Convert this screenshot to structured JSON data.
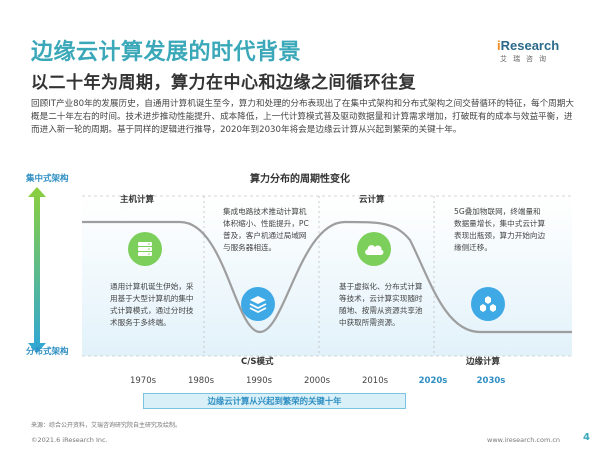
{
  "header": {
    "title": "边缘云计算发展的时代背景",
    "subtitle": "以二十年为周期，算力在中心和边缘之间循环往复"
  },
  "logo": {
    "brand_prefix": "i",
    "brand_rest": "Research",
    "cn": "艾瑞咨询"
  },
  "intro": "回顾IT产业80年的发展历史，自通用计算机诞生至今，算力和处理的分布表现出了在集中式架构和分布式架构之间交替循环的特征，每个周期大概是二十年左右的时间。技术进步推动性能提升、成本降低，上一代计算模式普及驱动数据量和计算需求增加，打破既有的成本与效益平衡，进而进入新一轮的周期。基于同样的逻辑进行推导，2020年到2030年将会是边缘云计算从兴起到繁荣的关键十年。",
  "chart": {
    "title": "算力分布的周期性变化",
    "axis_top": "集中式架构",
    "axis_bottom": "分布式架构",
    "eras": {
      "mainframe": "主机计算",
      "cs": "C/S模式",
      "cloud": "云计算",
      "edge": "边缘计算"
    },
    "boxes": {
      "mainframe": "通用计算机诞生伊始，采用基于大型计算机的集中式计算模式，通过分时技术服务于多终端。",
      "cs": "集成电路技术推动计算机体积缩小、性能提升，PC普及，客户机通过局域网与服务器相连。",
      "cloud": "基于虚拟化、分布式计算等技术，云计算实现随时随地、按需从资源共享池中获取所需资源。",
      "edge": "5G叠加物联网，终端量和数据量增长，集中式云计算表现出瓶颈，算力开始向边缘侧迁移。"
    },
    "decades": [
      "1970s",
      "1980s",
      "1990s",
      "2000s",
      "2010s",
      "2020s",
      "2030s"
    ],
    "banner": "边缘云计算从兴起到繁荣的关键十年"
  },
  "footer": {
    "source": "来源：综合公开资料，艾瑞咨询研究院自主研究及绘制。",
    "copyright": "©2021.6 iResearch Inc.",
    "website": "www.iresearch.com.cn",
    "page": "4"
  },
  "colors": {
    "title": "#3aa8b8",
    "accent_blue": "#2f8fc3",
    "icon_green": "#7ccf5a",
    "icon_blue": "#3fa9e6",
    "axis_green": "#8ccf3c"
  }
}
